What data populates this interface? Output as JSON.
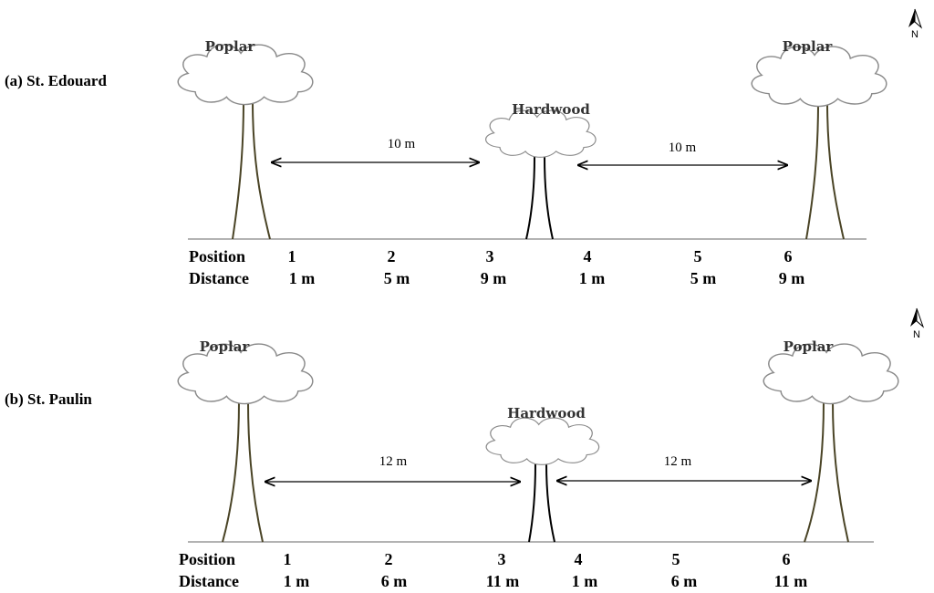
{
  "panels": [
    {
      "label": "(a) St. Edouard",
      "tree_labels": {
        "left": "Poplar",
        "center": "Hardwood",
        "right": "Poplar"
      },
      "left_span": "10 m",
      "right_span": "10 m",
      "row_headers": {
        "position": "Position",
        "distance": "Distance"
      },
      "positions": [
        "1",
        "2",
        "3",
        "4",
        "5",
        "6"
      ],
      "distances": [
        "1 m",
        "5 m",
        "9 m",
        "1 m",
        "5 m",
        "9 m"
      ],
      "north_label": "N"
    },
    {
      "label": "(b) St. Paulin",
      "tree_labels": {
        "left": "Poplar",
        "center": "Hardwood",
        "right": "Poplar"
      },
      "left_span": "12 m",
      "right_span": "12 m",
      "row_headers": {
        "position": "Position",
        "distance": "Distance"
      },
      "positions": [
        "1",
        "2",
        "3",
        "4",
        "5",
        "6"
      ],
      "distances": [
        "1 m",
        "6 m",
        "11 m",
        "1 m",
        "6 m",
        "11 m"
      ],
      "north_label": "N"
    }
  ],
  "colors": {
    "cloud_outline": "#8a8a8a",
    "poplar_trunk": "#4a4426",
    "hardwood_trunk": "#000000",
    "ground_line": "#9a9a9a"
  },
  "icons": [
    "north-arrow-icon"
  ]
}
